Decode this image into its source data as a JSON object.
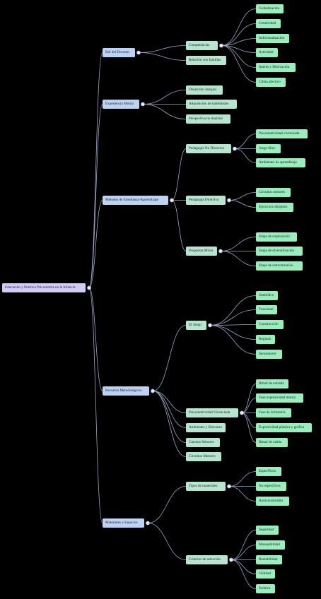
{
  "root": {
    "label": "Educación y Práctica Psicomotriz en la Infancia",
    "children": [
      {
        "label": "Rol del Docente",
        "children": [
          {
            "label": "Competencias",
            "children": [
              {
                "label": "Globalización"
              },
              {
                "label": "Creatividad"
              },
              {
                "label": "Individualización"
              },
              {
                "label": "Actividad"
              },
              {
                "label": "Interés y Motivación"
              },
              {
                "label": "Clima afectivo"
              }
            ]
          },
          {
            "label": "Relación con familias"
          }
        ]
      },
      {
        "label": "Experiencia Motriz",
        "children": [
          {
            "label": "Desarrollo integral"
          },
          {
            "label": "Adquisición de habilidades"
          },
          {
            "label": "Perspectiva no dualista"
          }
        ]
      },
      {
        "label": "Métodos de Enseñanza-Aprendizaje",
        "children": [
          {
            "label": "Pedagogía No Directiva",
            "children": [
              {
                "label": "Psicomotricidad vivenciada"
              },
              {
                "label": "Juego libre"
              },
              {
                "label": "Ambientes de aprendizaje"
              }
            ]
          },
          {
            "label": "Pedagogía Directiva",
            "children": [
              {
                "label": "Circuitos motores"
              },
              {
                "label": "Ejercicios dirigidos"
              }
            ]
          },
          {
            "label": "Propuesta Mixta",
            "children": [
              {
                "label": "Etapa de exploración"
              },
              {
                "label": "Etapa de diversificación"
              },
              {
                "label": "Etapa de estructuración"
              }
            ]
          }
        ]
      },
      {
        "label": "Recursos Metodológicos",
        "children": [
          {
            "label": "El Juego",
            "children": [
              {
                "label": "Simbólico"
              },
              {
                "label": "Funcional"
              },
              {
                "label": "Construcción"
              },
              {
                "label": "Reglado"
              },
              {
                "label": "Sensomotor"
              }
            ]
          },
          {
            "label": "Psicomotricidad Vivenciada",
            "children": [
              {
                "label": "Ritual de entrada"
              },
              {
                "label": "Fase expresividad motriz"
              },
              {
                "label": "Fase de la historia"
              },
              {
                "label": "Expresividad plástica y gráfica"
              },
              {
                "label": "Ritual de salida"
              }
            ]
          },
          {
            "label": "Ambientes y Rincones"
          },
          {
            "label": "Cuentos Motores"
          },
          {
            "label": "Circuitos Motores"
          }
        ]
      },
      {
        "label": "Materiales y Espacios",
        "children": [
          {
            "label": "Tipos de materiales",
            "children": [
              {
                "label": "Específicos"
              },
              {
                "label": "No específicos"
              },
              {
                "label": "Autoconstruidos"
              }
            ]
          },
          {
            "label": "Criterios de selección",
            "children": [
              {
                "label": "Seguridad"
              },
              {
                "label": "Manejabilidad"
              },
              {
                "label": "Rentabilidad"
              },
              {
                "label": "Utilidad"
              },
              {
                "label": "Estética"
              }
            ]
          }
        ]
      }
    ]
  }
}
